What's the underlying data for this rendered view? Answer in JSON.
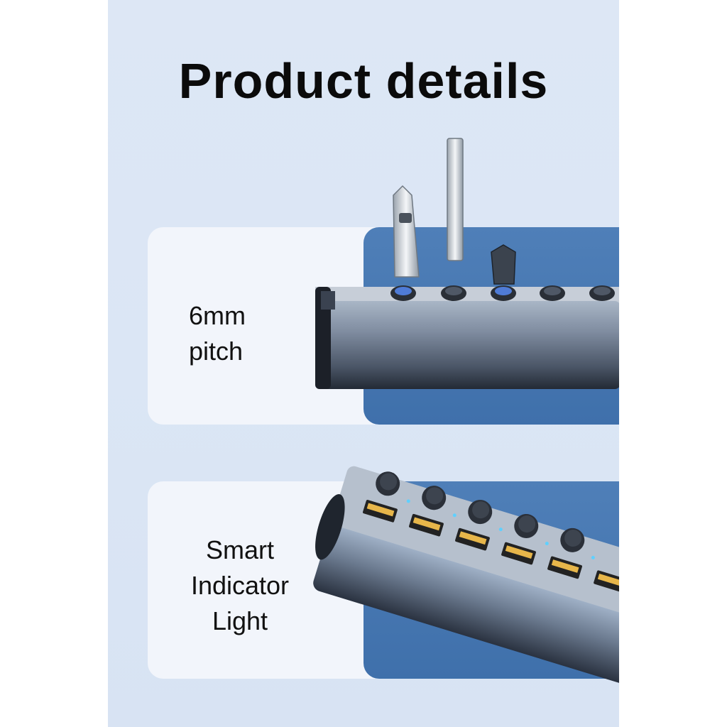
{
  "header": {
    "title": "Product details"
  },
  "features": [
    {
      "label_line1": "6mm",
      "label_line2": "pitch"
    },
    {
      "label_line1": "Smart",
      "label_line2": "Indicator",
      "label_line3": "Light"
    }
  ],
  "colors": {
    "background": "#dbe6f5",
    "card": "#f2f5fb",
    "accent_blue": "#4676b0",
    "hub_metal": "#6d7a8c"
  },
  "icons": [
    "usb-hub-illustration",
    "usb-flash-drive-icon",
    "power-button-icon",
    "usb-port-icon",
    "indicator-led-icon"
  ]
}
